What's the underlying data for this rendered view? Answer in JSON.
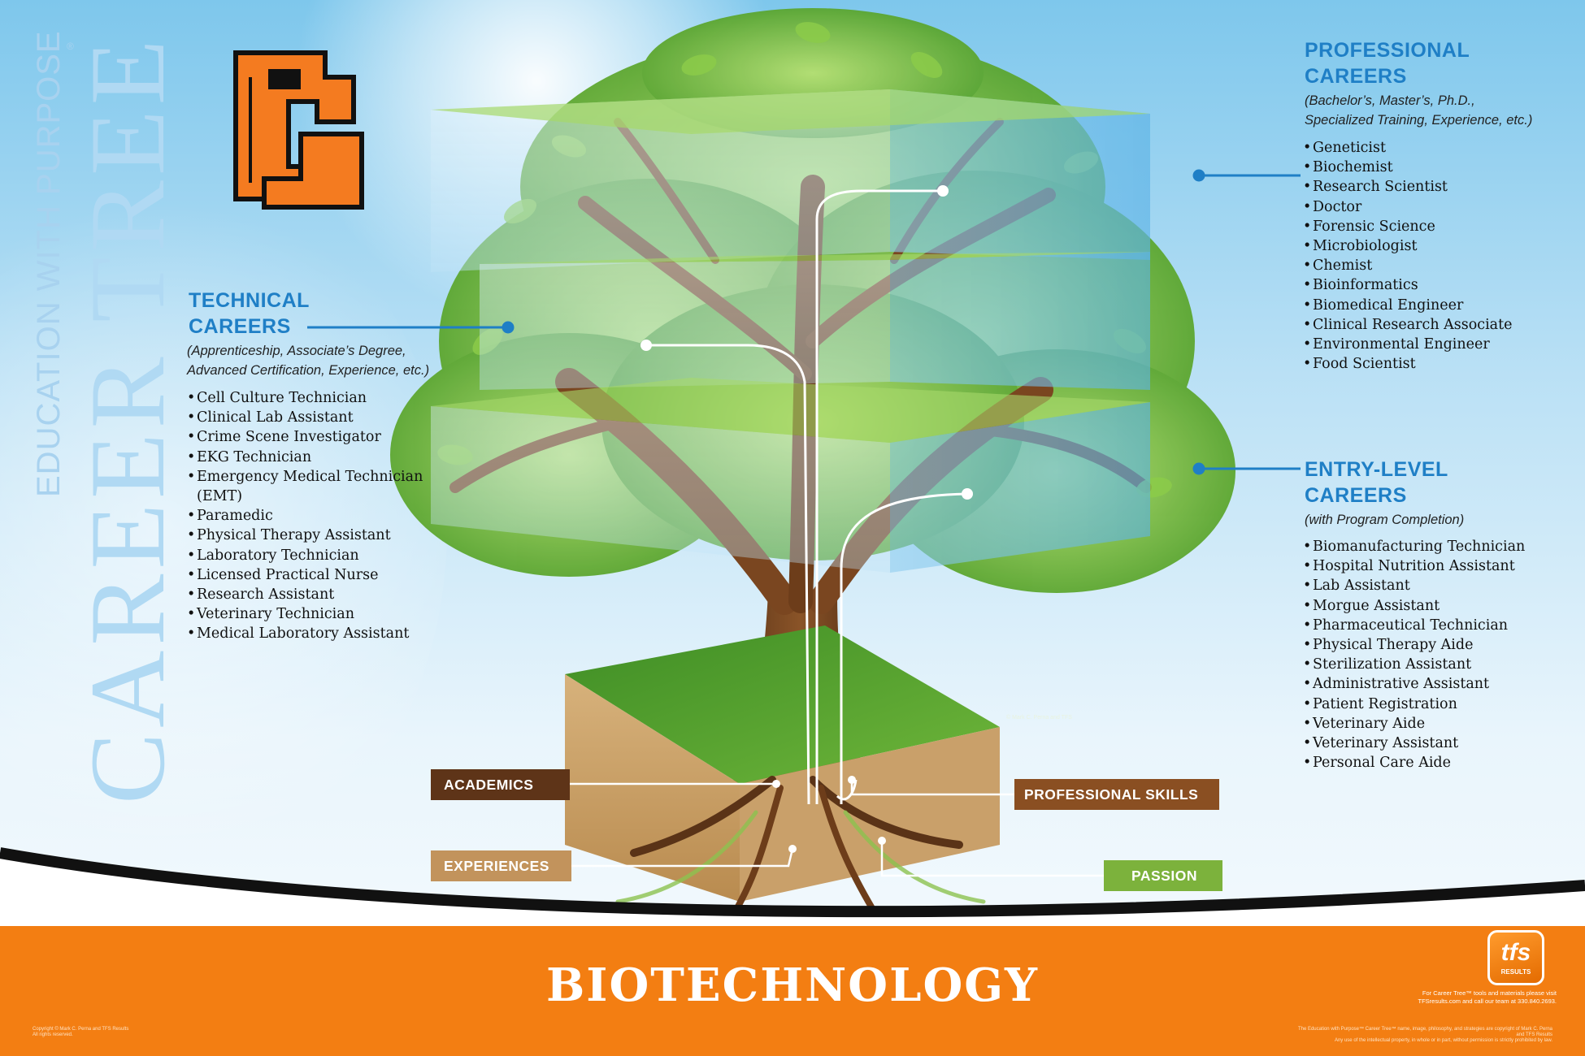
{
  "poster": {
    "vertical_subtitle": "EDUCATION WITH PURPOSE",
    "vertical_title": "CAREER TREE",
    "registered_mark": "®",
    "title": "BIOTECHNOLOGY",
    "logo_letters": "CL",
    "art_credit": "© Mark C. Perna and TFS"
  },
  "professional": {
    "heading_line1": "PROFESSIONAL",
    "heading_line2": "CAREERS",
    "subtitle_line1": "(Bachelor’s, Master’s, Ph.D.,",
    "subtitle_line2": "Specialized Training, Experience, etc.)",
    "items": [
      "Geneticist",
      "Biochemist",
      "Research Scientist",
      "Doctor",
      "Forensic Science",
      "Microbiologist",
      "Chemist",
      "Bioinformatics",
      "Biomedical Engineer",
      "Clinical Research Associate",
      "Environmental Engineer",
      "Food Scientist"
    ]
  },
  "technical": {
    "heading_line1": "TECHNICAL",
    "heading_line2": "CAREERS",
    "subtitle_line1": "(Apprenticeship, Associate’s Degree,",
    "subtitle_line2": "Advanced Certification, Experience, etc.)",
    "items": [
      "Cell Culture Technician",
      "Clinical Lab Assistant",
      "Crime Scene Investigator",
      "EKG Technician",
      "Emergency Medical Technician",
      "(EMT)",
      "Paramedic",
      "Physical Therapy Assistant",
      "Laboratory Technician",
      "Licensed Practical Nurse",
      "Research Assistant",
      "Veterinary Technician",
      "Medical Laboratory Assistant"
    ]
  },
  "entry": {
    "heading_line1": "ENTRY-LEVEL",
    "heading_line2": "CAREERS",
    "subtitle_line1": "(with Program Completion)",
    "items": [
      "Biomanufacturing Technician",
      "Hospital Nutrition Assistant",
      "Lab Assistant",
      "Morgue Assistant",
      "Pharmaceutical Technician",
      "Physical Therapy Aide",
      "Sterilization Assistant",
      "Administrative Assistant",
      "Patient Registration",
      "Veterinary Aide",
      "Veterinary Assistant",
      "Personal Care Aide"
    ]
  },
  "roots": {
    "academics": "ACADEMICS",
    "professional_skills": "PROFESSIONAL SKILLS",
    "experiences": "EXPERIENCES",
    "passion": "PASSION"
  },
  "colors": {
    "accent_blue": "#1f7fc6",
    "orange": "#f37e12",
    "academics": "#5e3418",
    "professional_skills": "#8a4f22",
    "experiences": "#c2935c",
    "passion": "#7cb23c"
  },
  "footer": {
    "tfs_logo": "tfs",
    "tfs_logo_sub": "RESULTS",
    "tfs_note_1": "For Career Tree™ tools and materials please visit",
    "tfs_note_2": "TFSresults.com and call our team at 330.840.2693.",
    "copyright_left_1": "Copyright © Mark C. Perna and TFS Results",
    "copyright_left_2": "All rights reserved.",
    "fine_right_1": "The Education with Purpose™ Career Tree™ name, image, philosophy, and strategies are copyright of Mark C. Perna and TFS Results",
    "fine_right_2": "Any use of the intellectual property, in whole or in part, without permission is strictly prohibited by law."
  }
}
